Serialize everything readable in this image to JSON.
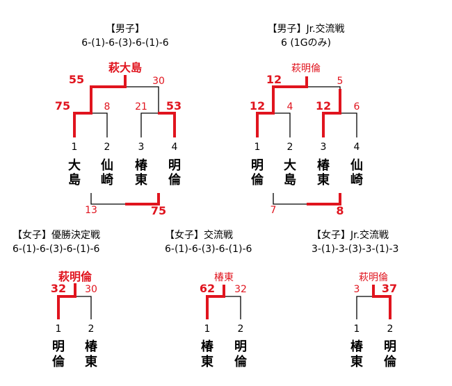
{
  "boys": {
    "title": "【男子】",
    "scores": "6-(1)-6-(3)-6-(1)-6",
    "champion": "萩大島",
    "seeds": [
      "1",
      "2",
      "3",
      "4"
    ],
    "teams": [
      [
        "大",
        "島"
      ],
      [
        "仙",
        "崎"
      ],
      [
        "椿",
        "東"
      ],
      [
        "明",
        "倫"
      ]
    ],
    "r1": [
      {
        "left": "75",
        "right": "8"
      },
      {
        "left": "21",
        "right": "53"
      }
    ],
    "final": {
      "left": "55",
      "right": "30"
    },
    "third": {
      "left": "13",
      "right": "75"
    }
  },
  "boys_jr": {
    "title": "【男子】Jr.交流戦",
    "scores": "6 (1Gのみ)",
    "champion": "萩明倫",
    "seeds": [
      "1",
      "2",
      "3",
      "4"
    ],
    "teams": [
      [
        "明",
        "倫"
      ],
      [
        "大",
        "島"
      ],
      [
        "椿",
        "東"
      ],
      [
        "仙",
        "崎"
      ]
    ],
    "r1": [
      {
        "left": "12",
        "right": "4"
      },
      {
        "left": "12",
        "right": "6"
      }
    ],
    "final": {
      "left": "12",
      "right": "5"
    },
    "third": {
      "left": "7",
      "right": "8"
    }
  },
  "girls": {
    "title": "【女子】優勝決定戦",
    "scores": "6-(1)-6-(3)-6-(1)-6",
    "champion": "萩明倫",
    "seeds": [
      "1",
      "2"
    ],
    "teams": [
      [
        "明",
        "倫"
      ],
      [
        "椿",
        "東"
      ]
    ],
    "final": {
      "left": "32",
      "right": "30"
    }
  },
  "girls_ex": {
    "title": "【女子】交流戦",
    "scores": "6-(1)-6-(3)-6-(1)-6",
    "champion": "椿東",
    "seeds": [
      "1",
      "2"
    ],
    "teams": [
      [
        "椿",
        "東"
      ],
      [
        "明",
        "倫"
      ]
    ],
    "final": {
      "left": "62",
      "right": "32"
    }
  },
  "girls_jr": {
    "title": "【女子】Jr.交流戦",
    "scores": "3-(1)-3-(3)-3-(1)-3",
    "champion": "萩明倫",
    "seeds": [
      "1",
      "2"
    ],
    "teams": [
      [
        "椿",
        "東"
      ],
      [
        "明",
        "倫"
      ]
    ],
    "final": {
      "left": "3",
      "right": "37"
    }
  }
}
